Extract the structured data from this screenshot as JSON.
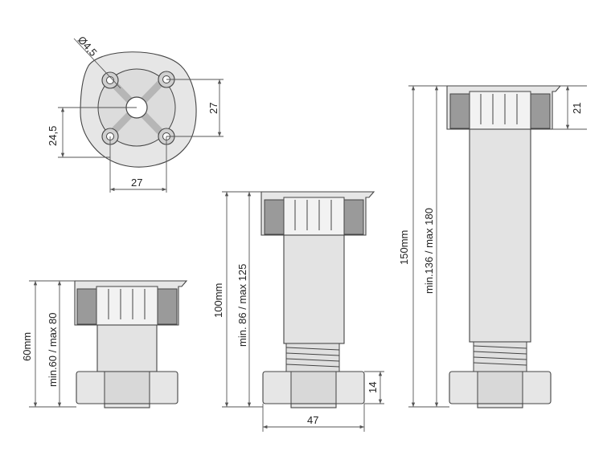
{
  "top_view": {
    "hole_diameter": "Ø4,5",
    "dim_width_bottom": "27",
    "dim_height_right": "27",
    "dim_offset_left": "24,5"
  },
  "leg_small": {
    "total_height": "60mm",
    "range": "min.60 / max 80"
  },
  "leg_medium": {
    "total_height": "100mm",
    "range": "min. 86 / max 125",
    "foot_height": "14",
    "foot_width": "47"
  },
  "leg_large": {
    "total_height": "150mm",
    "range": "min.136 / max 180",
    "cap_height": "21"
  }
}
